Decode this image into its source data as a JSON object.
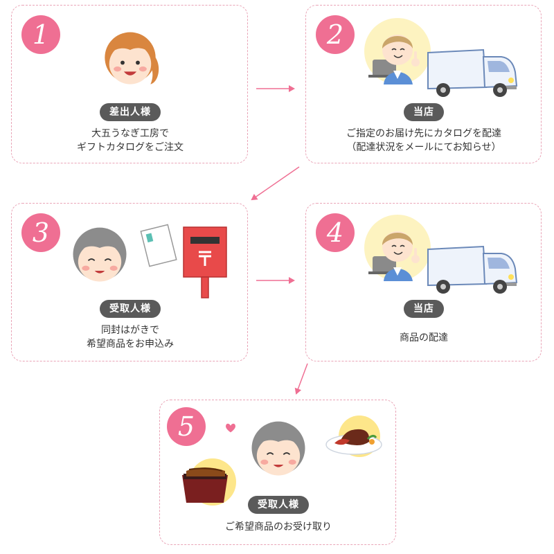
{
  "colors": {
    "accent": "#ef6f93",
    "border": "#e9a3b6",
    "badge": "#5a5a5a"
  },
  "steps": [
    {
      "number": "1",
      "role": "差出人様",
      "lines": [
        "大五うなぎ工房で",
        "ギフトカタログをご注文"
      ]
    },
    {
      "number": "2",
      "role": "当店",
      "lines": [
        "ご指定のお届け先にカタログを配達",
        "（配達状況をメールにてお知らせ）"
      ]
    },
    {
      "number": "3",
      "role": "受取人様",
      "lines": [
        "同封はがきで",
        "希望商品をお申込み"
      ]
    },
    {
      "number": "4",
      "role": "当店",
      "lines": [
        "商品の配達"
      ]
    },
    {
      "number": "5",
      "role": "受取人様",
      "lines": [
        "ご希望商品のお受け取り"
      ]
    }
  ],
  "icons": [
    "woman-icon",
    "shop-staff-icon",
    "delivery-truck-icon",
    "elderly-woman-icon",
    "postcard-icon",
    "postbox-icon",
    "heart-icon",
    "unagi-box-icon",
    "steak-plate-icon"
  ]
}
